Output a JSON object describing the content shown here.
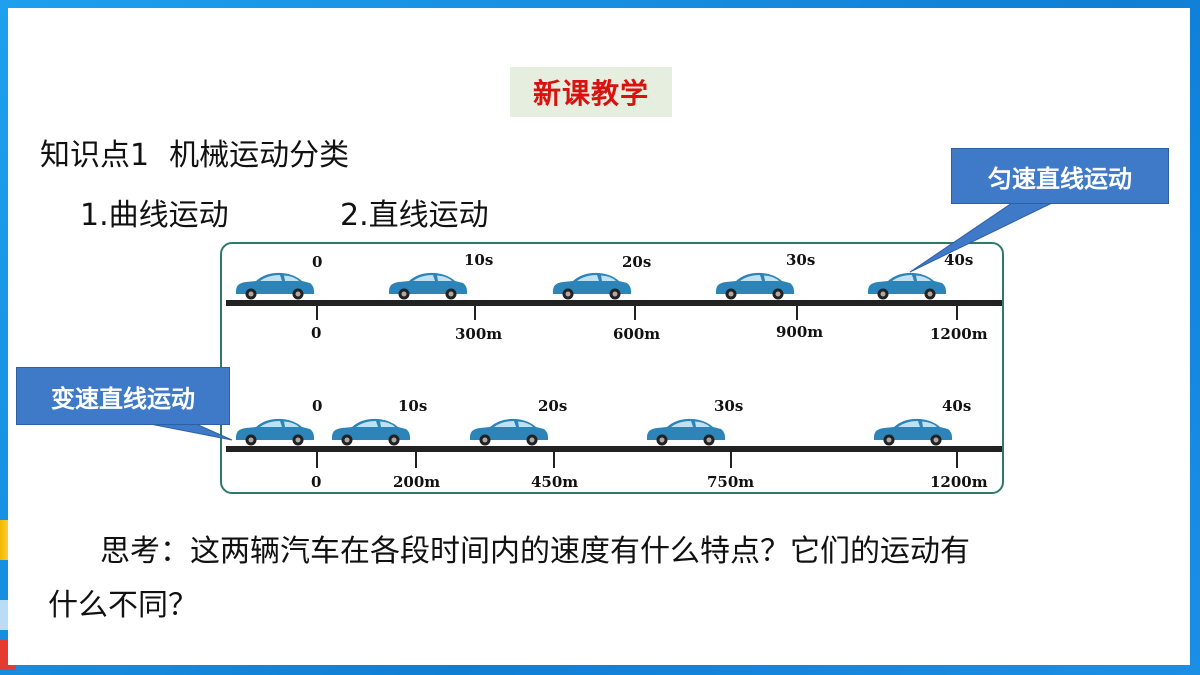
{
  "slide": {
    "section_title": "新课教学",
    "knowledge_point_label": "知识点1",
    "knowledge_point_title": "机械运动分类",
    "item1": "1.曲线运动",
    "item2": "2.直线运动",
    "question_line1": "思考：这两辆汽车在各段时间内的速度有什么特点？它们的运动有",
    "question_line2": "什么不同？"
  },
  "callouts": {
    "uniform": "匀速直线运动",
    "variable": "变速直线运动"
  },
  "diagram": {
    "uniform_row": {
      "times": [
        "0",
        "10s",
        "20s",
        "30s",
        "40s"
      ],
      "distances": [
        "0",
        "300m",
        "600m",
        "900m",
        "1200m"
      ]
    },
    "variable_row": {
      "times": [
        "0",
        "10s",
        "20s",
        "30s",
        "40s"
      ],
      "distances": [
        "0",
        "200m",
        "450m",
        "750m",
        "1200m"
      ]
    }
  },
  "colors": {
    "frame_blue": "#1597e8",
    "title_red": "#d9120f",
    "title_bg": "#e6efdf",
    "callout_blue": "#3f7ac8",
    "panel_border": "#2e7a67",
    "car_body": "#2c84b8"
  }
}
